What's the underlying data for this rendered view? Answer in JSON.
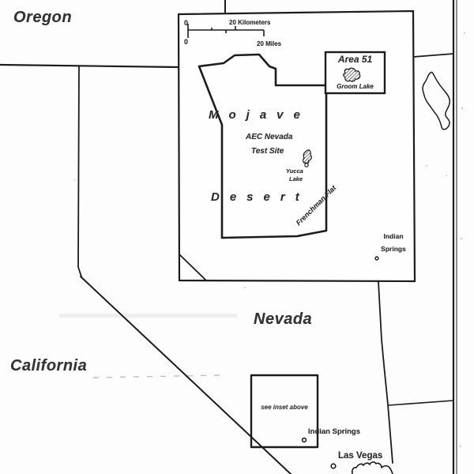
{
  "colors": {
    "ink": "#1c1c1c",
    "label": "#2e2e2e",
    "paper": "#fdfdfd",
    "faint_dash": "#8f8f8f"
  },
  "states": {
    "oregon": "Oregon",
    "nevada": "Nevada",
    "california": "California"
  },
  "inset": {
    "scale": {
      "zero_km": "0",
      "km_label": "20 Kilometers",
      "zero_mi": "0",
      "mi_label": "20 Miles"
    },
    "area51": {
      "name": "Area 51",
      "lake": "Groom Lake"
    },
    "desert_word1": "Mojave",
    "desert_word2": "Desert",
    "test_site_line1": "AEC Nevada",
    "test_site_line2": "Test Site",
    "yucca_line1": "Yucca",
    "yucca_line2": "Lake",
    "frenchman_flat": "Frenchman Flat",
    "indian_springs_line1": "Indian",
    "indian_springs_line2": "Springs"
  },
  "main": {
    "see_inset": "see inset above",
    "indian_springs": "Indian Springs",
    "las_vegas": "Las Vegas"
  }
}
